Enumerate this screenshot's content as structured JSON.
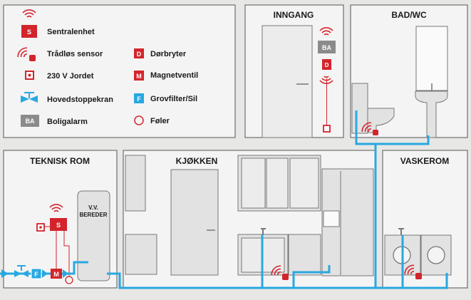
{
  "legend": {
    "items": [
      {
        "icon": "sentralenhet-icon",
        "symbol": "S",
        "label": "Sentralenhet"
      },
      {
        "icon": "wireless-sensor-icon",
        "symbol": "",
        "label": "Trådløs sensor"
      },
      {
        "icon": "grounded-outlet-icon",
        "symbol": "",
        "label": "230 V Jordet"
      },
      {
        "icon": "main-stopcock-icon",
        "symbol": "",
        "label": "Hovedstoppekran"
      },
      {
        "icon": "boligalarm-icon",
        "symbol": "BA",
        "label": "Boligalarm"
      },
      {
        "icon": "door-switch-icon",
        "symbol": "D",
        "label": "Dørbryter"
      },
      {
        "icon": "solenoid-valve-icon",
        "symbol": "M",
        "label": "Magnetventil"
      },
      {
        "icon": "coarse-filter-icon",
        "symbol": "F",
        "label": "Grovfilter/Sil"
      },
      {
        "icon": "sensor-probe-icon",
        "symbol": "",
        "label": "Føler"
      }
    ]
  },
  "rooms": {
    "inngang": "INNGANG",
    "bad": "BAD/WC",
    "teknisk": "TEKNISK ROM",
    "kjokken": "KJØKKEN",
    "vaskerom": "VASKEROM"
  },
  "heater_label": [
    "V.V.",
    "BEREDER"
  ],
  "colors": {
    "pipe": "#29a8e0",
    "alarm_red": "#d3242c",
    "ba_gray": "#8b8b8b",
    "panel_bg": "#f4f4f4",
    "wall_gray": "#d0d0d0"
  }
}
